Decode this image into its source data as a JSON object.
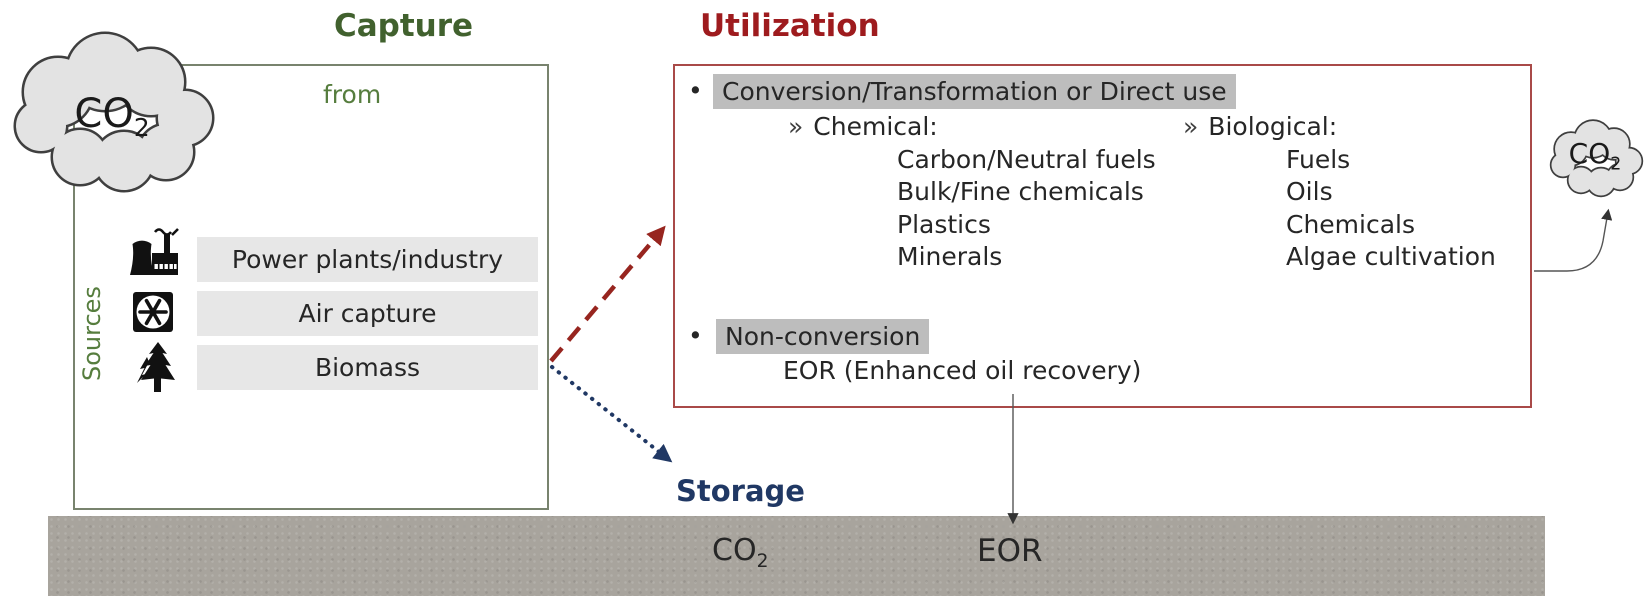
{
  "colors": {
    "capture_green": "#41612e",
    "from_sources_green": "#567d3e",
    "utilization_red": "#9e1b1e",
    "red_box_border": "#a94a48",
    "green_box_border": "#78836e",
    "storage_navy": "#203864",
    "dashed_arrow_red": "#97251f",
    "dotted_arrow_navy": "#203864",
    "thin_arrow_gray": "#555555",
    "ground_gray": "#a8a49d",
    "source_label_bg": "#e7e7e7",
    "highlight_gray": "#bdbdbd",
    "cloud_fill": "#e3e3e3",
    "cloud_stroke": "#3f3f3f",
    "text_dark": "#262626"
  },
  "capture": {
    "title": "Capture",
    "from_label": "from",
    "sources_label": "Sources",
    "sources": [
      {
        "icon": "factory-icon",
        "label": "Power plants/industry"
      },
      {
        "icon": "air-capture-icon",
        "label": "Air capture"
      },
      {
        "icon": "biomass-tree-icon",
        "label": "Biomass"
      }
    ]
  },
  "utilization": {
    "title": "Utilization",
    "bullet": "•",
    "conversion": {
      "heading": "Conversion/Transformation or Direct use",
      "chemical": {
        "marker": "»",
        "label": "Chemical:",
        "items": [
          "Carbon/Neutral fuels",
          "Bulk/Fine chemicals",
          "Plastics",
          "Minerals"
        ]
      },
      "biological": {
        "marker": "»",
        "label": "Biological:",
        "items": [
          "Fuels",
          "Oils",
          "Chemicals",
          "Algae cultivation"
        ]
      }
    },
    "non_conversion": {
      "heading": "Non-conversion",
      "item": "EOR (Enhanced oil recovery)"
    }
  },
  "storage": {
    "title": "Storage"
  },
  "ground": {
    "co2": {
      "main": "CO",
      "sub": "2"
    },
    "eor": "EOR"
  },
  "clouds": {
    "left": {
      "main": "CO",
      "sub": "2"
    },
    "right": {
      "main": "CO",
      "sub": "2"
    }
  }
}
